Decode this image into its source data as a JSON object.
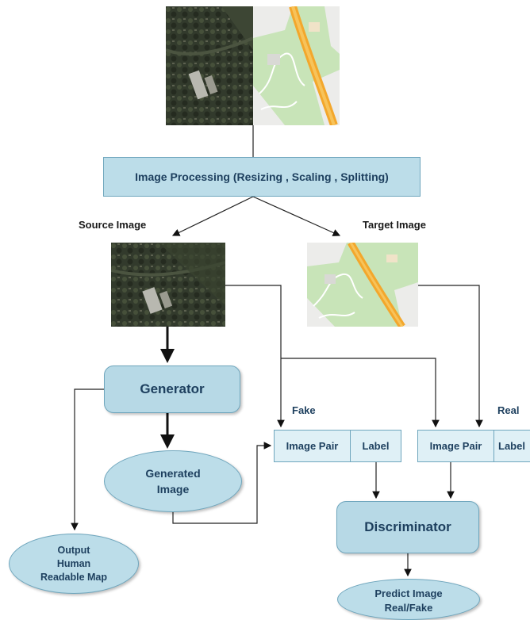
{
  "processing_label": "Image Processing (Resizing , Scaling , Splitting)",
  "source_label": "Source Image",
  "target_label": "Target Image",
  "generator_label": "Generator",
  "generated_label": "Generated\nImage",
  "output_label": "Output\nHuman\nReadable Map",
  "fake_label": "Fake",
  "real_label": "Real",
  "pair_fake": {
    "image_pair": "Image Pair",
    "label": "Label"
  },
  "pair_real": {
    "image_pair": "Image Pair",
    "label": "Label"
  },
  "discriminator_label": "Discriminator",
  "predict_label": "Predict Image\nReal/Fake",
  "colors": {
    "box_fill": "#bcdde9",
    "box_border": "#6fa6bd",
    "text": "#1d3f5e"
  }
}
